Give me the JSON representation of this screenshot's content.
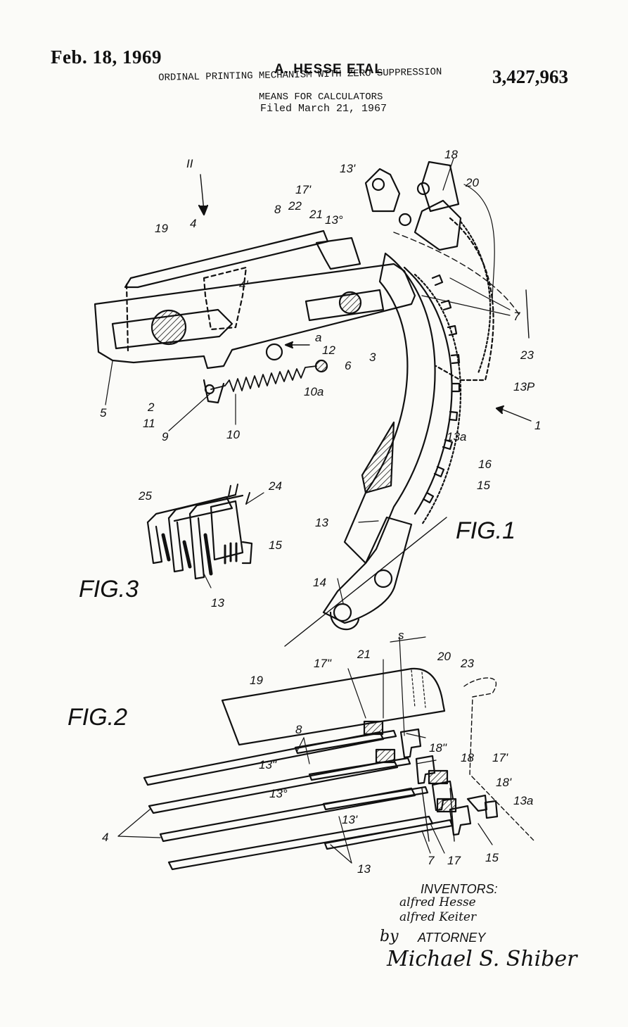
{
  "header": {
    "date": "Feb. 18, 1969",
    "inventors_short": "A. HESSE ETAL",
    "patent_number": "3,427,963",
    "title_line1": "ORDINAL PRINTING MECHANISM WITH ZERO SUPPRESSION",
    "title_line2": "MEANS FOR CALCULATORS",
    "filed": "Filed March 21, 1967"
  },
  "figures": {
    "fig1": "FIG.1",
    "fig2": "FIG.2",
    "fig3": "FIG.3"
  },
  "fig1_refs": {
    "view": "II",
    "r18": "18",
    "r13p1": "13'",
    "r17p1": "17'",
    "r20": "20",
    "r21": "21",
    "r13o": "13°",
    "r8": "8",
    "r22": "22",
    "r4": "4",
    "r19": "19",
    "r4p": "4'",
    "r7": "7",
    "r23": "23",
    "ra": "a",
    "r12": "12",
    "r6": "6",
    "r3": "3",
    "r10a": "10a",
    "r13P": "13P",
    "r5": "5",
    "r2": "2",
    "r11": "11",
    "r9": "9",
    "r10": "10",
    "r1": "1",
    "r13a": "13a",
    "r16": "16",
    "r15": "15",
    "r13": "13",
    "r14": "14"
  },
  "fig3_refs": {
    "r25": "25",
    "r24": "24",
    "r15": "15",
    "r13": "13"
  },
  "fig2_refs": {
    "s": "s",
    "r17pp": "17\"",
    "r21": "21",
    "r20": "20",
    "r23": "23",
    "r19": "19",
    "r8": "8",
    "r18pp": "18\"",
    "r13pp": "13\"",
    "r18": "18",
    "r17p": "17'",
    "r13o": "13°",
    "r18p": "18'",
    "r13a": "13a",
    "r4": "4",
    "r13p": "13'",
    "r7": "7",
    "r17": "17",
    "r15": "15",
    "r13": "13"
  },
  "signature": {
    "inventors_heading": "INVENTORS:",
    "inventor1": "alfred Hesse",
    "inventor2": "alfred Keiter",
    "by": "by",
    "attorney_heading": "ATTORNEY",
    "attorney_name": "Michael S. Shiber"
  }
}
